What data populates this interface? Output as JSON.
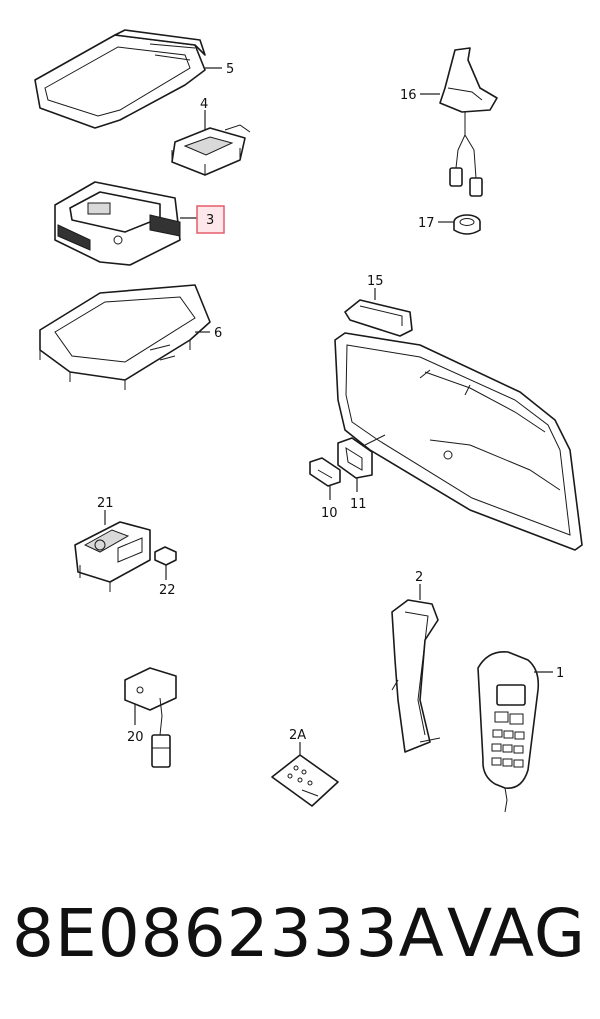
{
  "callouts": {
    "c1": "1",
    "c2": "2",
    "c2a": "2A",
    "c3": "3",
    "c4": "4",
    "c5": "5",
    "c6": "6",
    "c10": "10",
    "c11": "11",
    "c15": "15",
    "c16": "16",
    "c17": "17",
    "c20": "20",
    "c21": "21",
    "c22": "22"
  },
  "highlight_color": "#e35d6a",
  "footer": {
    "part_number": "8E0862333A",
    "brand": "VAG"
  }
}
